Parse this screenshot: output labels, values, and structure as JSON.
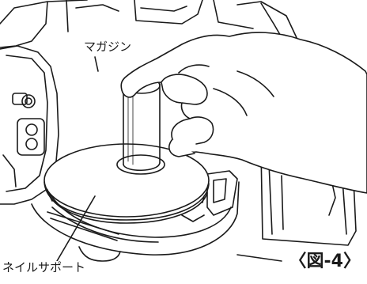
{
  "labels": {
    "magazine": "マガジン",
    "nail_support": "ネイルサポート",
    "figure_number": "〈図-4〉"
  },
  "colors": {
    "line": "#1a1a1a",
    "background": "#ffffff",
    "shade": "#d9d9d9"
  }
}
